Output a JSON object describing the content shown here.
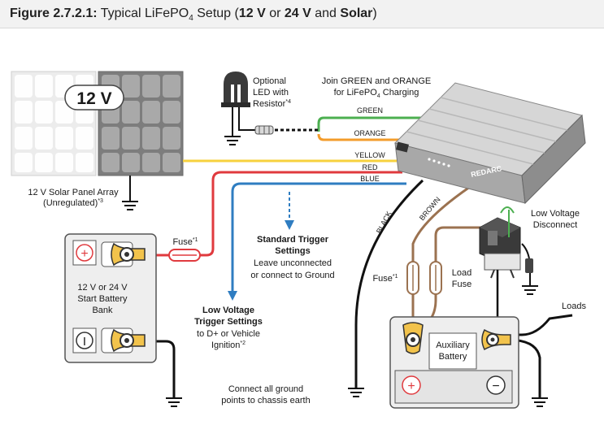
{
  "title": {
    "figure_label": "Figure 2.7.2.1:",
    "text_1": " Typical LiFePO",
    "sub": "4",
    "text_2": " Setup (",
    "bold_1": "12 V",
    "text_3": " or ",
    "bold_2": "24 V",
    "text_4": " and ",
    "bold_3": "Solar",
    "text_5": ")"
  },
  "solar": {
    "badge": "12 V",
    "label_line1": "12 V Solar Panel Array",
    "label_line2": "(Unregulated)",
    "label_ref": "*3"
  },
  "led": {
    "line1": "Optional",
    "line2": "LED with",
    "line3": "Resistor",
    "ref": "*4"
  },
  "join_note": {
    "line1": "Join GREEN and ORANGE",
    "line2a": "for LiFePO",
    "line2sub": "4",
    "line2b": " Charging"
  },
  "charger": {
    "brand": "REDARC"
  },
  "wires": {
    "green": "GREEN",
    "orange": "ORANGE",
    "yellow": "YELLOW",
    "red": "RED",
    "blue": "BLUE",
    "black": "BLACK",
    "brown": "BROWN"
  },
  "colors": {
    "green": "#4caf50",
    "orange": "#f39c2b",
    "yellow": "#f7d23e",
    "red": "#e03a3e",
    "blue": "#2f7dc1",
    "black": "#111111",
    "brown": "#9b7250",
    "dash_blue": "#2f7dc1",
    "panel": "#ededed",
    "charger": "#cfcfcf"
  },
  "standard_trigger": {
    "title1": "Standard Trigger",
    "title2": "Settings",
    "body1": "Leave unconnected",
    "body2": "or connect to Ground"
  },
  "low_voltage_trigger": {
    "title1": "Low Voltage",
    "title2": "Trigger Settings",
    "body1": "to D+ or Vehicle",
    "body2": "Ignition",
    "ref": "*2"
  },
  "start_battery": {
    "line1": "12 V or 24 V",
    "line2": "Start Battery",
    "line3": "Bank",
    "plus": "+",
    "minus": "I"
  },
  "fuse_start": {
    "label": "Fuse",
    "ref": "*1"
  },
  "fuse_aux": {
    "label": "Fuse",
    "ref": "*1"
  },
  "load_fuse": {
    "line1": "Load",
    "line2": "Fuse"
  },
  "lvd": {
    "line1": "Low Voltage",
    "line2": "Disconnect"
  },
  "loads": {
    "label": "Loads"
  },
  "aux_battery": {
    "line1": "Auxiliary",
    "line2": "Battery",
    "plus": "+",
    "minus": "−"
  },
  "ground_note": {
    "line1": "Connect all ground",
    "line2": "points to chassis earth"
  }
}
